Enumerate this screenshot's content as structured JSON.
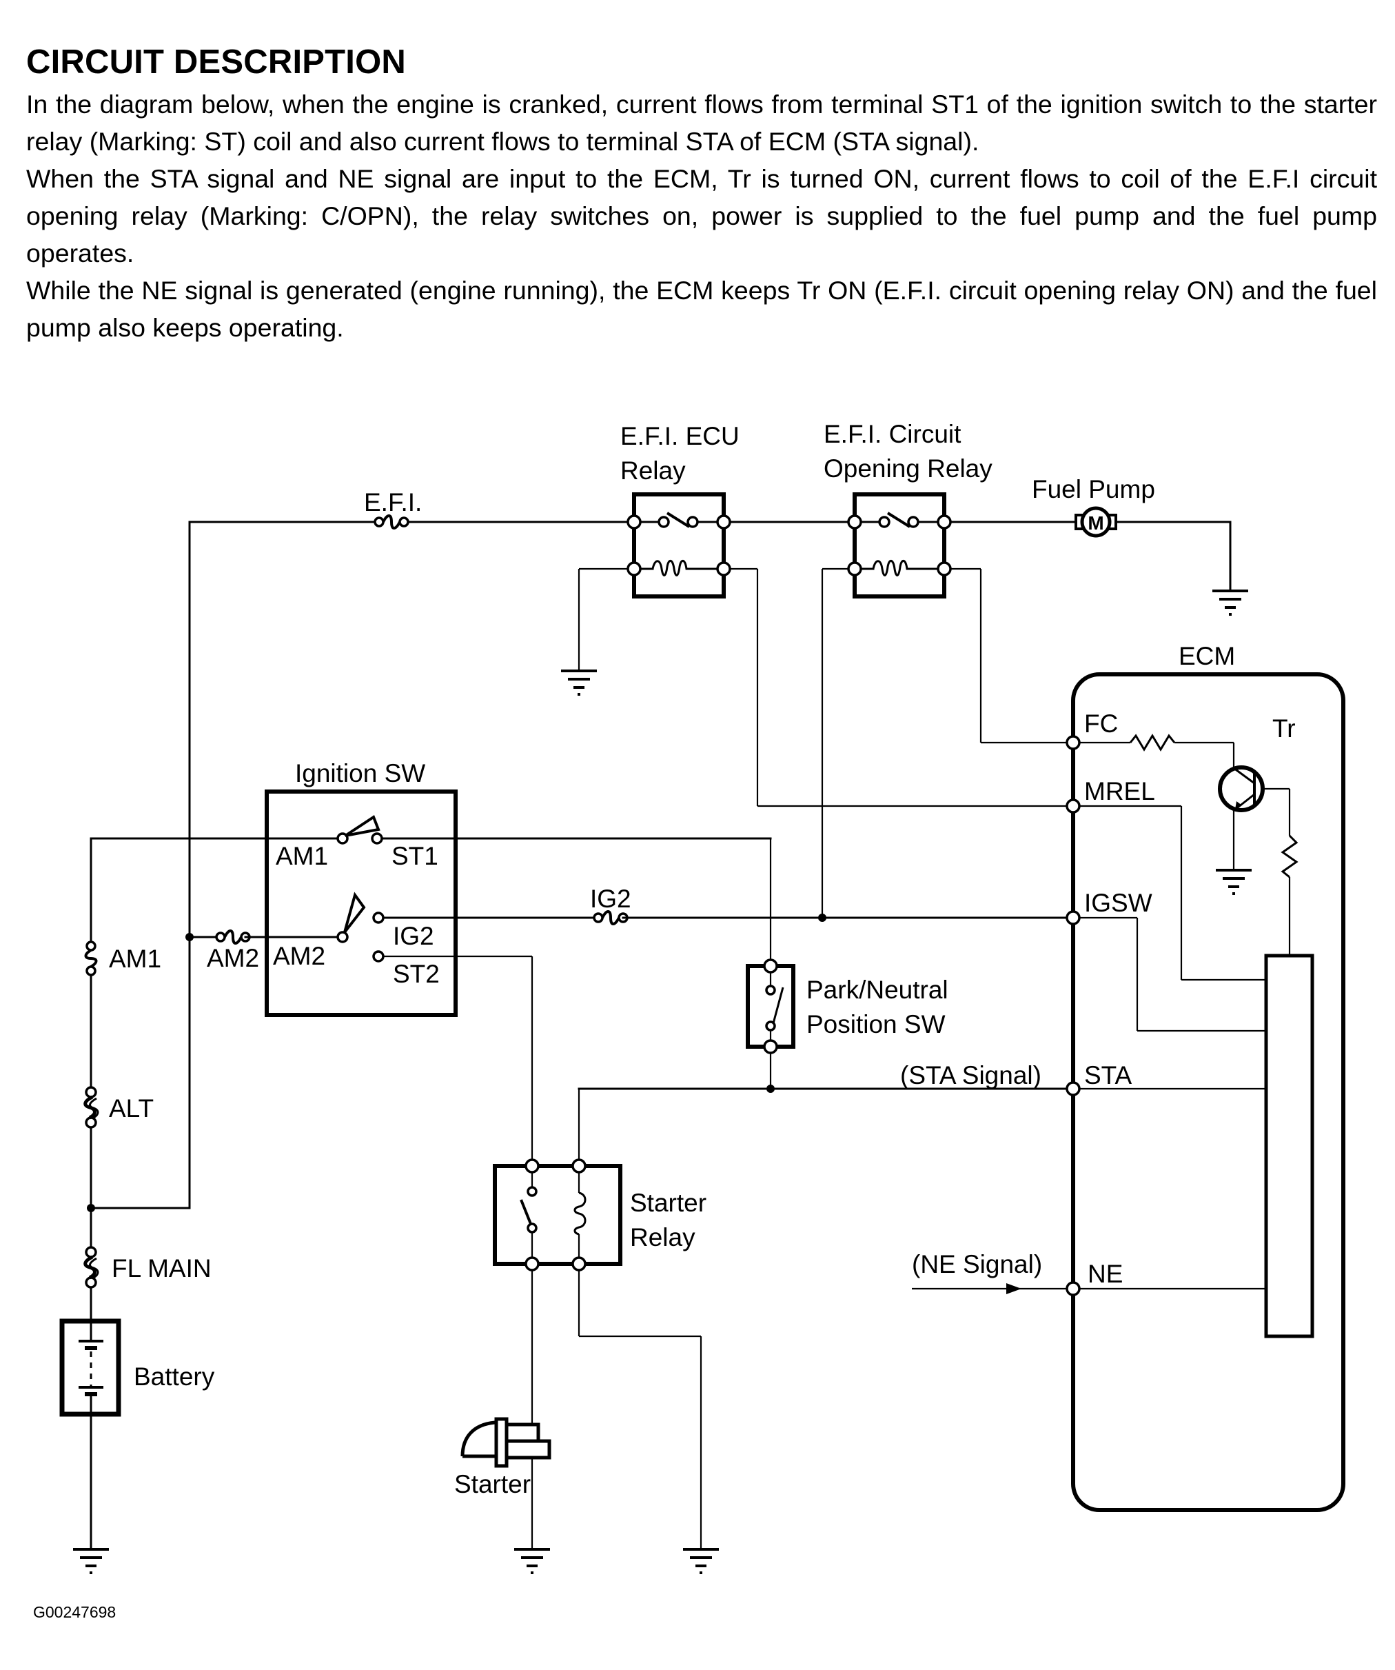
{
  "description": {
    "title": "CIRCUIT DESCRIPTION",
    "paragraphs": [
      "In the diagram below, when the engine is cranked, current flows from terminal ST1 of the ignition switch to the starter relay (Marking: ST) coil and also current flows to terminal STA of ECM (STA signal).",
      "When the STA signal and NE signal are input to the ECM, Tr is turned ON, current flows to coil of the E.F.I circuit opening relay (Marking: C/OPN), the relay switches on, power is supplied to the fuel pump and the fuel pump operates.",
      "While the NE signal is generated (engine running), the ECM keeps Tr ON (E.F.I. circuit opening relay ON) and the fuel pump also keeps operating."
    ]
  },
  "diagram": {
    "components": {
      "efi_fuse": "E.F.I.",
      "efi_ecu_relay": [
        "E.F.I.  ECU",
        "Relay"
      ],
      "circuit_opening_relay": [
        "E.F.I. Circuit",
        "Opening Relay"
      ],
      "fuel_pump": "Fuel Pump",
      "motor_symbol": "M",
      "ecm": "ECM",
      "transistor": "Tr",
      "ignition_switch": "Ignition SW",
      "park_neutral_switch": [
        "Park/Neutral",
        "Position SW"
      ],
      "starter_relay": [
        "Starter",
        "Relay"
      ],
      "starter": "Starter",
      "battery": "Battery"
    },
    "fuses": {
      "am1": "AM1",
      "alt": "ALT",
      "fl_main": "FL MAIN",
      "am2": "AM2",
      "ig2": "IG2"
    },
    "ignition_terminals": {
      "am1": "AM1",
      "st1": "ST1",
      "am2": "AM2",
      "ig2": "IG2",
      "st2": "ST2"
    },
    "ecm_terminals": {
      "fc": "FC",
      "mrel": "MREL",
      "igsw": "IGSW",
      "sta": "STA",
      "ne": "NE"
    },
    "signals": {
      "sta": "(STA Signal)",
      "ne": "(NE Signal)"
    },
    "figure_id": "G00247698"
  }
}
